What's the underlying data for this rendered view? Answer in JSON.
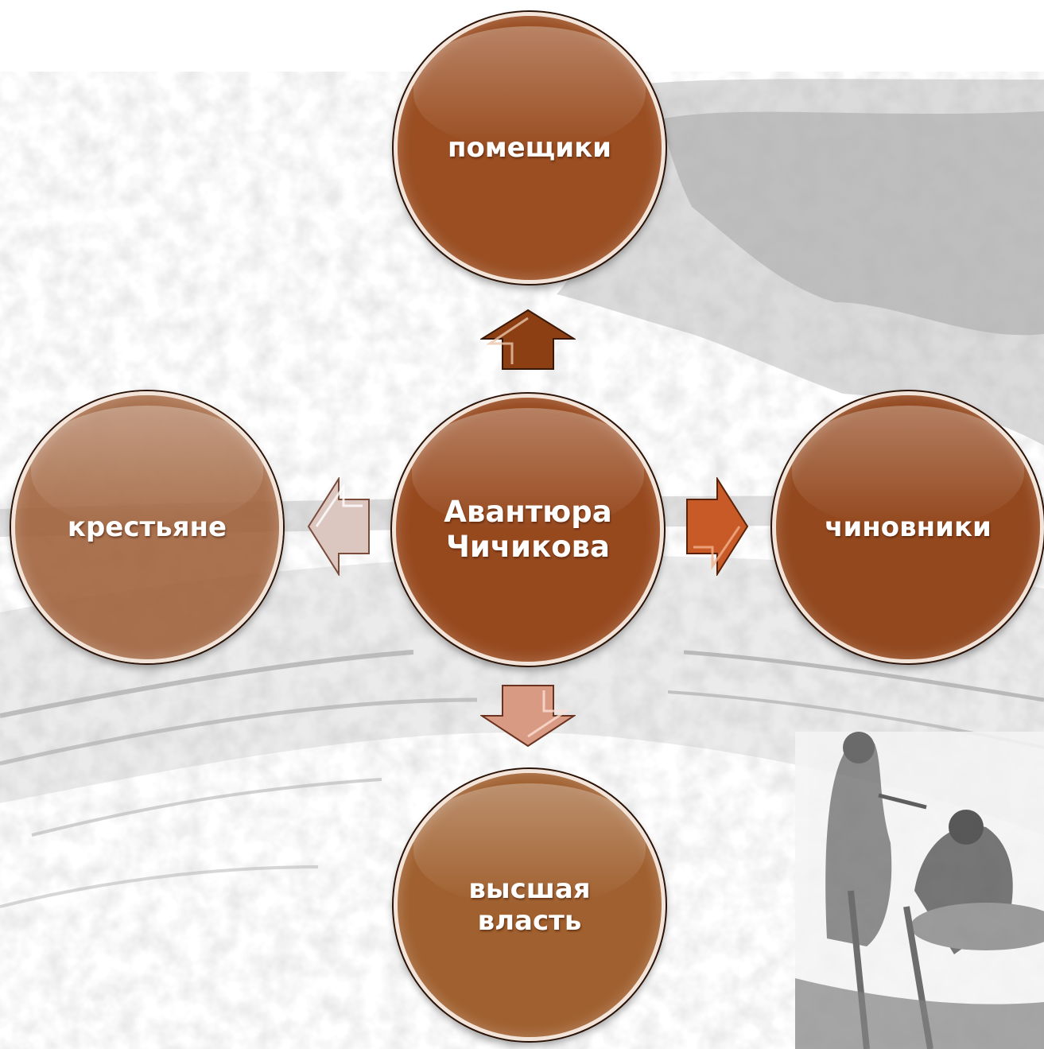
{
  "diagram": {
    "center": {
      "label_line1": "Авантюра",
      "label_line2": "Чичикова"
    },
    "top": {
      "label": "помещики"
    },
    "left": {
      "label": "крестьяне"
    },
    "right": {
      "label": "чиновники"
    },
    "bottom": {
      "label_line1": "высшая",
      "label_line2": "власть"
    },
    "arrows": [
      {
        "direction": "up",
        "color": "#8c3f12"
      },
      {
        "direction": "left",
        "color": "#dcc6c0"
      },
      {
        "direction": "right",
        "color": "#c85a28"
      },
      {
        "direction": "down",
        "color": "#d99a83"
      }
    ]
  },
  "background": {
    "illustration": "engraving-landscape",
    "inset": "engraving-card-players"
  }
}
